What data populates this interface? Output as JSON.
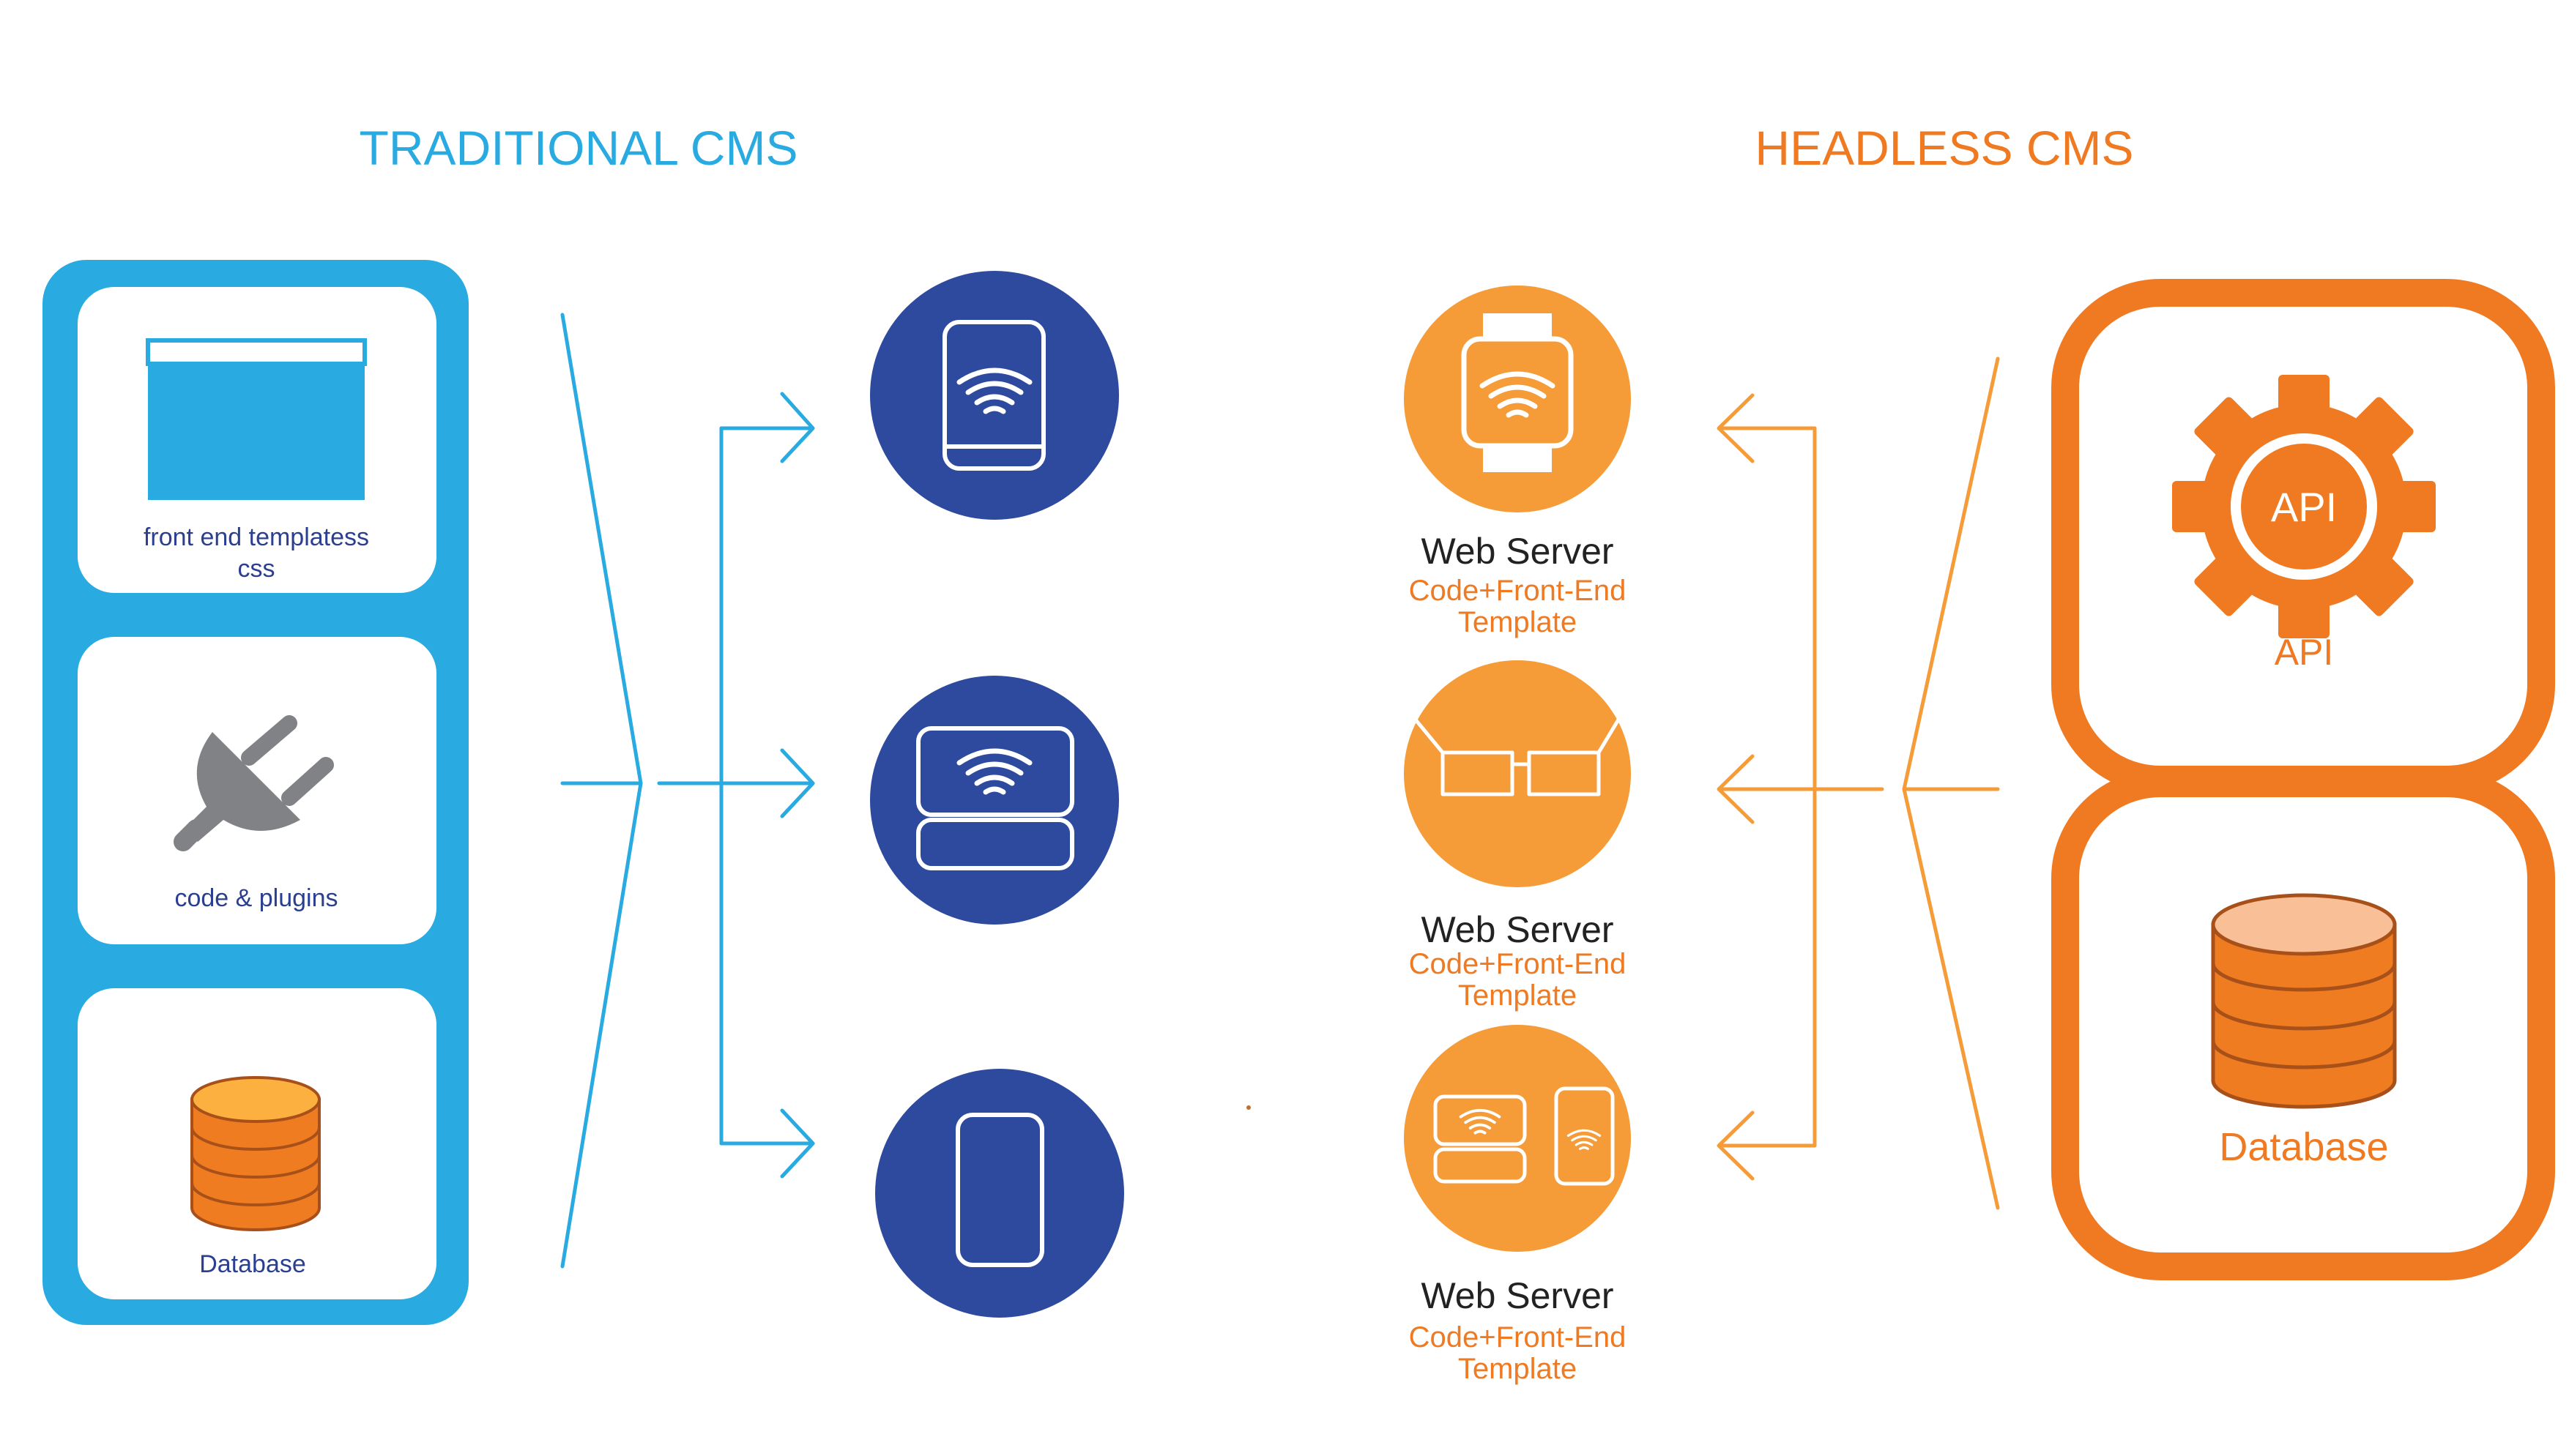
{
  "colors": {
    "traditional_blue": "#29aae1",
    "device_navy": "#2e4a9e",
    "headless_orange": "#ef7a22",
    "server_orange": "#f59b38",
    "label_navy": "#2a3f8f",
    "plug_gray": "#808285",
    "db_orange": "#f07c22",
    "db_top_traditional": "#fbb040",
    "db_top_headless": "#f9c097",
    "db_stroke": "#a8501a",
    "text_black": "#222222"
  },
  "traditional": {
    "title": "TRADITIONAL CMS",
    "stack": [
      {
        "label_line1": "front end templatess",
        "label_line2": "css",
        "icon": "browser-window-icon"
      },
      {
        "label": "code & plugins",
        "icon": "plug-icon"
      },
      {
        "label": "Database",
        "icon": "database-icon"
      }
    ],
    "devices": [
      {
        "icon": "tablet-wireless-icon"
      },
      {
        "icon": "laptop-wireless-icon"
      },
      {
        "icon": "smartphone-icon"
      }
    ]
  },
  "headless": {
    "title": "HEADLESS CMS",
    "servers": [
      {
        "title": "Web Server",
        "line1": "Code+Front-End",
        "line2": "Template",
        "icon": "smartwatch-icon"
      },
      {
        "title": "Web Server",
        "line1": "Code+Front-End",
        "line2": "Template",
        "icon": "vr-glasses-icon"
      },
      {
        "title": "Web Server",
        "line1": "Code+Front-End",
        "line2": "Template",
        "icon": "laptop-phone-icon"
      }
    ],
    "api": {
      "badge": "API",
      "label": "API",
      "icon": "gear-icon"
    },
    "database": {
      "label": "Database",
      "icon": "database-icon"
    }
  }
}
